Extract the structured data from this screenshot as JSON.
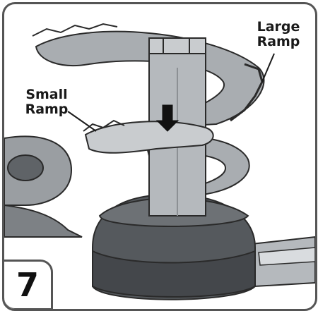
{
  "callouts": {
    "small_ramp": [
      "Small",
      "Ramp"
    ],
    "large_ramp": [
      "Large",
      "Ramp"
    ]
  },
  "step": {
    "number": "7"
  },
  "icons": {
    "placement_arrow": "down-arrow-icon"
  },
  "colors": {
    "frame": "#555555",
    "ramp_light": "#c9cccf",
    "ramp_mid": "#a9adb1",
    "base_dark": "#55595d",
    "outline": "#2a2a2a"
  }
}
